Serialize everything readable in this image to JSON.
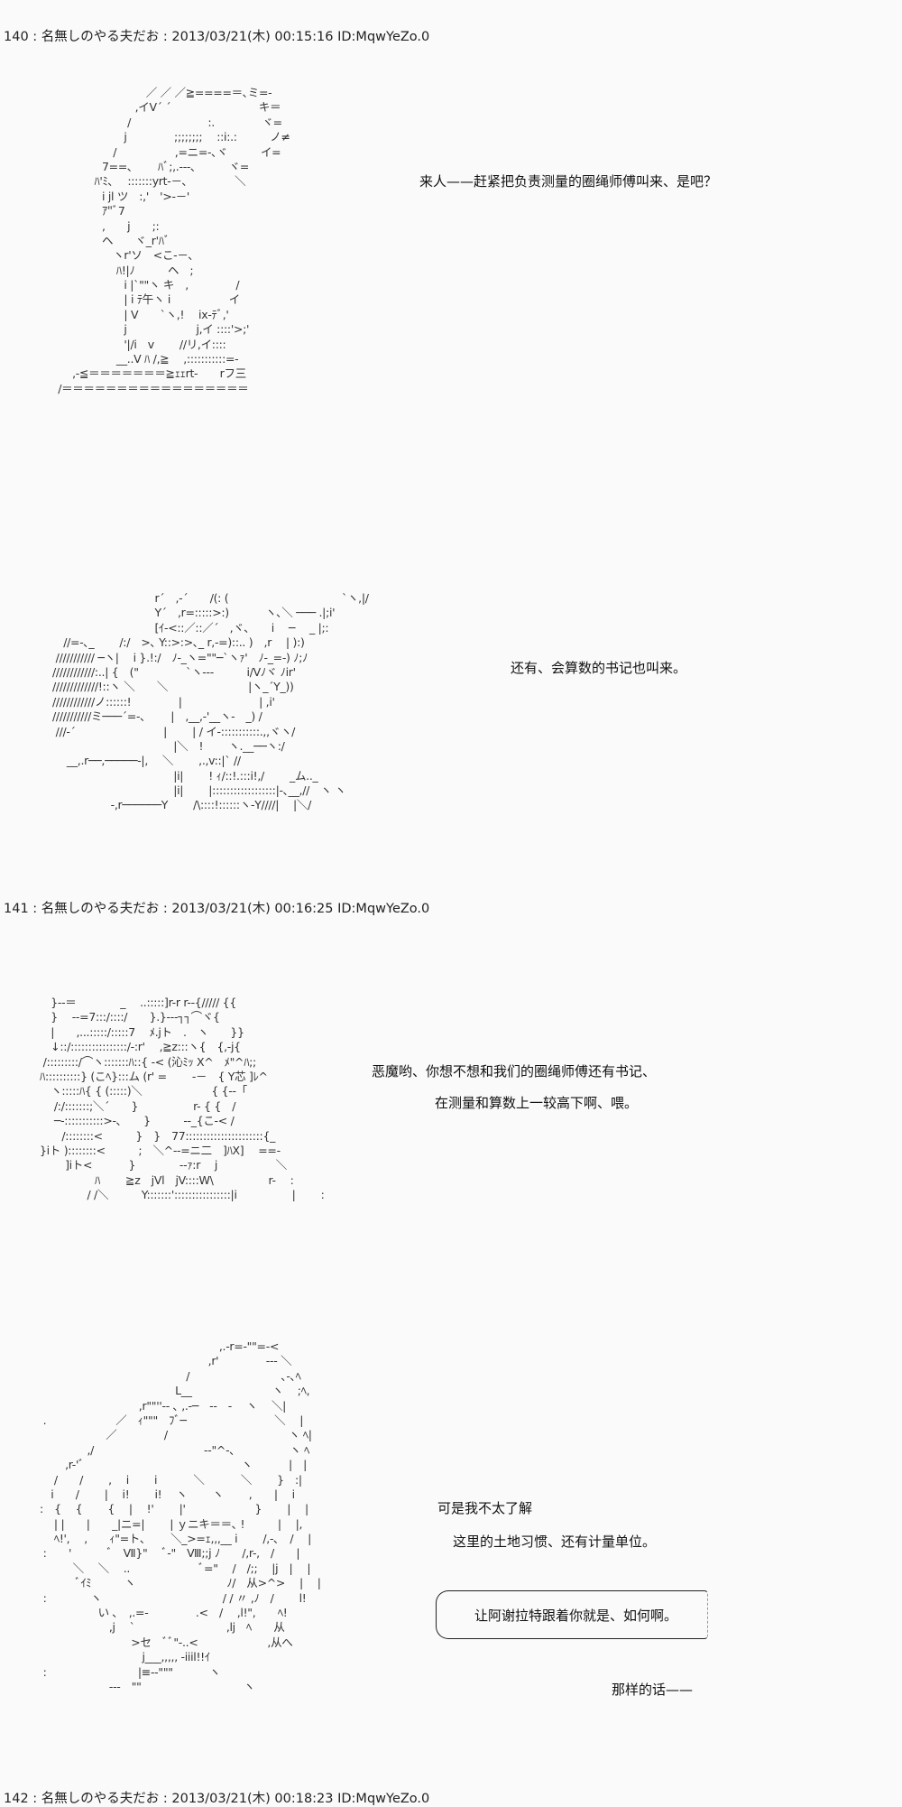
{
  "posts": [
    {
      "header": "140 : 名無しのやる夫だお : 2013/03/21(木) 00:15:16 ID:MqwYeZo.0",
      "art1": [
        "　　　　　　　　　／ ／ ／≧====＝､ミ=-",
        "　　　　　　　　,イV´ ´　　　　　　　　キ＝",
        "　　　　　　　 /　　　　　　　:.　　　　 ヾ=",
        "　　　　　　　j　　　　 ;;;;;;;;　 ::i:.:　　　ノ≠",
        "　　　　　　/　　　　　 ,=ニ=-､ヾ　　　イ=",
        "　　　　　7==､　　 ﾊﾞ;,.---､　　　ヾ=",
        "　　　　 ﾊ'ﾐ､　 :::::::yrt-－､　　　　 ＼",
        "　　　　　i jl ツ　:,'　'>-－'",
        "　　　　　ｱ\"ﾞ7",
        "　　　　　,　　j　　;:",
        "　　　　　ヘ　　ヾ_r'ﾊﾞ",
        "　　　　　　ヽr'ソ　<こ-－､",
        "　　　　　　 ﾊ!|ﾉ　　　ヘ　;",
        "　　　　　　　i |`\"\"ヽ キ　,　　　　 /",
        "　　　　　　　| i ﾃ午ヽ i　　　　　 イ",
        "　　　　　　　| V　　`ヽ,!　 ix-ﾃﾞ,'",
        "　　　　　　　j　　　　　　 j,イ ::::'>;'",
        "　　　　　　　'|/i　v　　 //リ,イ::::",
        "　　　　　　 __..V ﾊ /,≧　 ,:::::::::::=-",
        "　　 ,-≦＝＝＝＝＝＝＝≧ｪｪrt-　　rフ三",
        "　/＝＝＝＝＝＝＝＝＝＝＝＝＝＝＝＝＝"
      ],
      "dialog1": "来人——赶紧把负责测量的圈绳师傅叫来、是吧？",
      "art2": [
        "　　　　　　　　　 r´　,-´　　/(: (　　　　　　　　　　 `ヽ,|/",
        "　　　　　　　　　 Y´　,r=:::::>:)　　　 ヽ､＼ ─── .|;i'",
        "　　　　　　　　　 [ｲ-<::／::／´　,ヾ､　　i　 ─　 _ |;:",
        "　//=-､_　　 /:/　>､ Y::>:>､_ r,-=)::.. )　,r　 | ):)",
        " /////////// ─ヽ|　 i }.!:/　ﾉ-_ヽ=\"\"─`ヽｧ'　ﾉ-_=-) ﾉ;ﾉ",
        "////////////:..| {　(\"　　　　 `ヽ---　　　i/Vﾉヾ ﾉir'",
        "/////////////!::ヽ ＼　　＼　　　　　　　 |ヽ_´Y_))",
        "////////////ノ::::::!　　　　 |　　　　　　　| ,i'",
        "///////////ミ───´=-､　　 |　,__,-'__ヽ-　_) /",
        " ///-´　　　　　　　　|　　 | / イ-:::::::::::.,,ヾヽ/",
        "　　　　　　　　　　　|＼　!　　 ヽ.__──ヽ:/",
        "　 __,.r──,─────-|,　 ＼　　 ,.,v::|` //",
        "　　　　　　　　　　　|i|　　 ! ｨ/::!.:::i!,/　　 _ム.._",
        "　　　　　　　　　　　|i|　　 |::::::::::::::::::|-､__,//　ヽ ヽ",
        "　　　　　 -,r──────Y　　 /\\::::!::::::ヽ-Y////|　 |＼/"
      ],
      "dialog2": "还有、会算数的书记也叫来。"
    },
    {
      "header": "141 : 名無しのやる夫だお : 2013/03/21(木) 00:16:25 ID:MqwYeZo.0",
      "art3": [
        "　}--＝　　　　_　 ..:::::]r-r r--{///// {{",
        "　}　 --=7:::/::::/　　}.}---┐┐⌒ヾ{",
        "　|　　,...:::::/:::::7　 ﾒ.jト　.　ヽ　　}}",
        "　↓::/::::::::::::::::/-:r'　 ,≧z:::ヽ{　{,-j{",
        " /:::::::::/⌒ヽ:::::::ﾊ::{ -< (沁ﾐｯ X^　ﾒ\"^ﾊ;;",
        "ﾊ::::::::::} (こﾍ}:::ム (r' =　　 -－　{ Y芯 ]ﾚ^",
        "　ヽ:::::ﾊ{ { (:::::)＼　　　　　　 { {--「",
        "　 /:/:::::::;＼´　　}　　　　　r- { {　/",
        "　 ─-:::::::::::>-､　　}　　　--_{こ-< /",
        "　　/::::::::<　　　}　}　77::::::::::::::::::::::{_",
        "}iト )::::::::<　　　;　＼^--=ニ二　]ﾊX]　 ==-",
        "　　 ]iト<　　　 }　　　　--ｧ:r　 j　　　　　 ＼",
        "　　　　　ﾊ　　 ≧z　jVl　jV::::W\\　　　　　r-　 :",
        "　　　　 / /＼　　　Y:::::::'::::::::::::::::|i　　　　　|　　 :"
      ],
      "dialog3_line1": "恶魔哟、你想不想和我们的圈绳师傅还有书记、",
      "dialog3_line2": "在测量和算数上一较高下啊、喂。",
      "art4": [
        "　　　　　　　　　　　　　　　　 ,.-r=-\"\"=-<",
        "　　　　　　　　　　　　　　　 ,r'　　　　 --- ＼",
        "　　　　　　　　　　　　　 /　　　　　　　　 ､-､ﾍ",
        "　　　　　　　　　　　　 L__　　　　　　　 ヽ　 ;ﾍ,",
        "　　　　　　　　　,r\"\"''-- ､ ,.-─　--　-　 ヽ　 ＼|",
        " .　　　　　　 ／　ｨ\"\"\"　ﾌﾞ─　　　　　　　　＼　 |",
        "　　　　　　／　　　　 /　　　　　　　　　　　ヽ ﾍ|",
        "　　　　 ,/　　　　　　　　　　--\"^-､　　　　　ヽ ﾍ",
        "　　 ,r-'ﾞ　　　　　　　　　　　　　　 ヽ　　　 |　|",
        "　 /　　/　　 ,　 i　　 i　　　 ＼　　　 ＼　　 }　:|",
        "　i　　/　　 |　 i!　　 i!　 ヽ　　 ヽ　　 ,　　|　 i",
        ":　{　 {　　 {　 |　 !'　　 |'　　　　　　 }　　 |　 |",
        "　 | |　　|　　_|ニ=|　　 | ｙニキ＝＝､ !　　　|　 |,",
        "　 ﾍ!',　 ,　　ｨ\"=ト､　　 ＼_>=ｪ,,,__ i　　 /,-､　/　 |",
        " :　　'　　　 ﾞ　Ⅶ}\"　 ﾞ-\"　Ⅷ;;j ﾉ　　/,r-,　/　　|",
        "　　　＼　 ＼　 ..　　　　　　 ﾞ=\"　 /　/;;　 |j　|　 |",
        "　　　 ﾞｲﾐ　　　ヽ　　　　　　　　 ﾉ/　从>^>　 |　 |",
        " :　　　　ヽ　　　　　　　　　　　/ / 〃 ,ﾉ　/　　 l!",
        "　　　　　 い ､　,.=-　　　　 .<　/　 ,l!\",　　ﾍ!",
        "　　　　　　 ,j　 `　　　　　　　　 ,lj　ﾍ　　从",
        "　　　　　　　　 >セ　ﾞﾞ\"-..<　　　　　　 ,从へ",
        "　　　　　　　　　 j___,,,,, -iiil!!ｲ",
        " :　　　　　　　　 |≡--\"\"\"　　　 ヽ",
        "　　　　　　 ---　\"\"　　　　　　　　　 ヽ"
      ],
      "dialog4_line1": "可是我不太了解",
      "dialog4_line2": "这里的土地习惯、还有计量单位。",
      "bubble_text": "让阿谢拉特跟着你就是、如何啊。",
      "dialog5": "那样的话——"
    },
    {
      "header": "142 : 名無しのやる夫だお : 2013/03/21(木) 00:18:23 ID:MqwYeZo.0"
    }
  ]
}
